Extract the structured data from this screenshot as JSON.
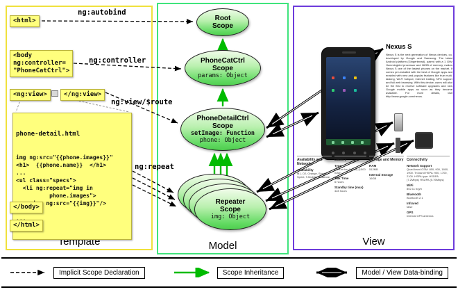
{
  "colors": {
    "template_border": "#f0e13c",
    "model_border": "#3fe47c",
    "view_border": "#6d3bdb",
    "code_box_bg": "#ffff7d",
    "scope_green": "#55d855",
    "inheritance_arrow": "#00bb00"
  },
  "panels": {
    "template_label": "Template",
    "model_label": "Model",
    "view_label": "View"
  },
  "template": {
    "html_open": "<html>",
    "html_close": "</html>",
    "body_open": "<body\nng:controller=\n\"PhoneCatCtrl\">",
    "body_close": "</body>",
    "ngview_open": "<ng:view>",
    "ngview_close": "</ng:view>",
    "autobind_label": "ng:autobind",
    "controller_label": "ng:controller",
    "view_route_label": "ng:view/$route",
    "repeat_label": "ng:repeat",
    "code_title": "phone-detail.html",
    "code_body": "img ng:src=\"{{phone.images}}\"\n<h1>  {{phone.name}}  </h1>\n...\n<ul class=\"specs\">\n  <li ng:repeat=\"img in\n          phone.images\">\n    <img ng:src=\"{{img}}\"/>\n  </li>\n..."
  },
  "model": {
    "root_scope_title": "Root\nScope",
    "phonecat_title": "PhoneCatCtrl\nScope",
    "phonecat_prop": "params: Object",
    "phonedetail_title": "PhoneDetailCtrl\nScope",
    "phonedetail_prop1": "setImage: Function",
    "phonedetail_prop2": "phone: Object",
    "repeater_title": "Repeater\nScope",
    "repeater_prop": "img: Object"
  },
  "view": {
    "product_title": "Nexus S",
    "description": "Nexus S is the next generation of Nexus devices, co-developed by Google and Samsung. The latest Android platform (Gingerbread), paired with a 1 GHz Hummingbird processor and 16GB of memory, makes Nexus S one of the fastest phones on the market. It comes pre-installed with the best of Google apps and enabled with new and popular features like true multi-tasking, Wi-Fi hotspot, Internet Calling, NFC support and full web browsing. With this device, users will also be the first to receive software upgrades and new Google mobile apps as soon as they become available. For more details, visit http://www.google.com/nexus.",
    "specs": [
      {
        "header": "Availability and Networks",
        "rows": [
          {
            "label": "Availability",
            "value": "M1, O2, Orange, Singtel, Sprint, T-Mobile, Vodafone"
          }
        ]
      },
      {
        "header": "Battery",
        "rows": [
          {
            "label": "Type",
            "value": "Lithium Ion (Li-Ion) (1500 mAh)"
          },
          {
            "label": "Talk Time",
            "value": "6 hours"
          },
          {
            "label": "Standby time (max)",
            "value": "428 hours"
          }
        ]
      },
      {
        "header": "Storage and Memory",
        "rows": [
          {
            "label": "RAM",
            "value": "512MB"
          },
          {
            "label": "Internal Storage",
            "value": "16GB"
          }
        ]
      },
      {
        "header": "Connectivity",
        "rows": [
          {
            "label": "Network Support",
            "value": "Quad-band GSM: 850, 900, 1800, 1900. Tri-band HSPA: 900, 1700, 2100. HSPA type: HSDPA (7.2Mbps) HSUPA (5.76Mbps)"
          },
          {
            "label": "WiFi",
            "value": "802.11 b/g/n"
          },
          {
            "label": "Bluetooth",
            "value": "Bluetooth 2.1"
          },
          {
            "label": "Infrared",
            "value": "false"
          },
          {
            "label": "GPS",
            "value": "Internal GPS antenna"
          }
        ]
      }
    ]
  },
  "legend": {
    "implicit": "Implicit Scope Declaration",
    "inheritance": "Scope Inheritance",
    "binding": "Model / View Data-binding"
  }
}
